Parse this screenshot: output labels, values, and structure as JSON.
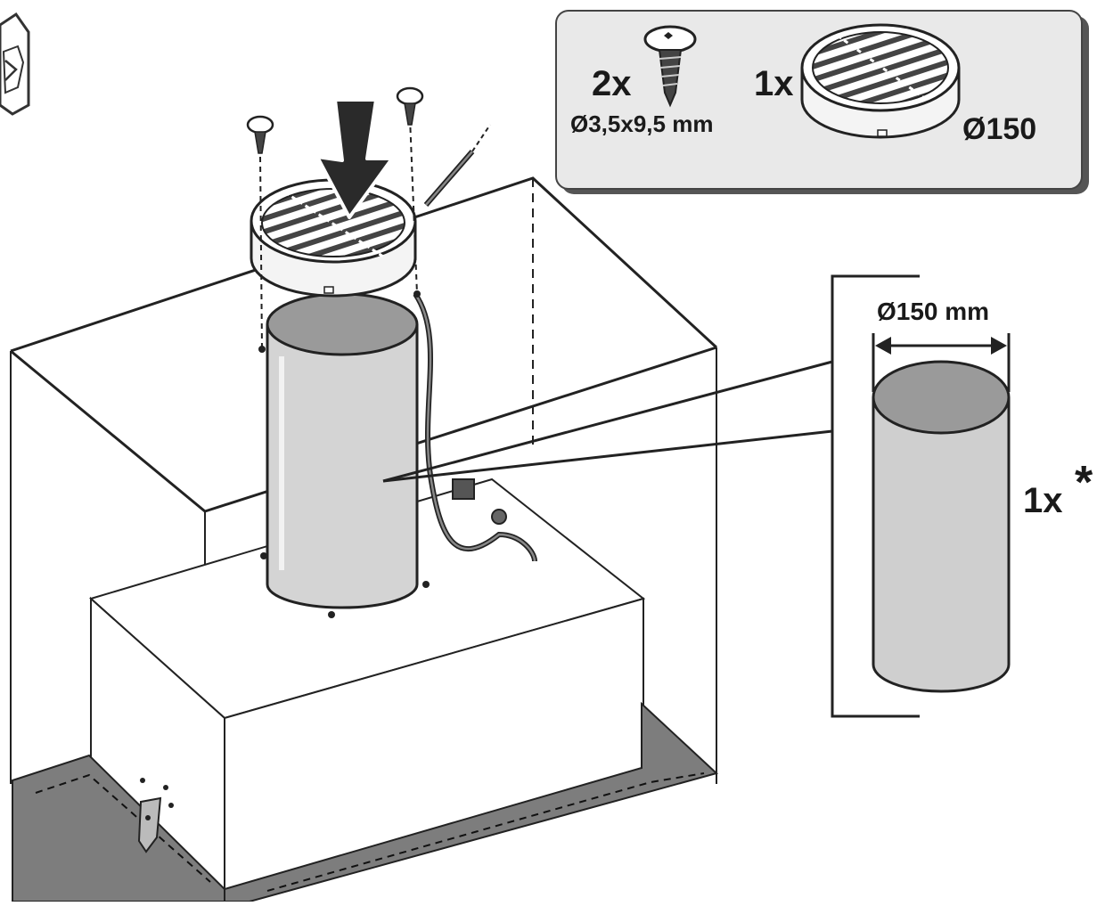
{
  "parts_box": {
    "screw_qty": "2x",
    "screw_size": "Ø3,5x9,5 mm",
    "flange_qty": "1x",
    "flange_diameter": "Ø150"
  },
  "detail_callout": {
    "pipe_diameter": "Ø150 mm",
    "pipe_qty": "1x",
    "optional_mark": "*"
  },
  "icons": [
    "hexagon-arrow-icon",
    "screw-icon",
    "round-flange-icon",
    "down-arrow-icon"
  ]
}
